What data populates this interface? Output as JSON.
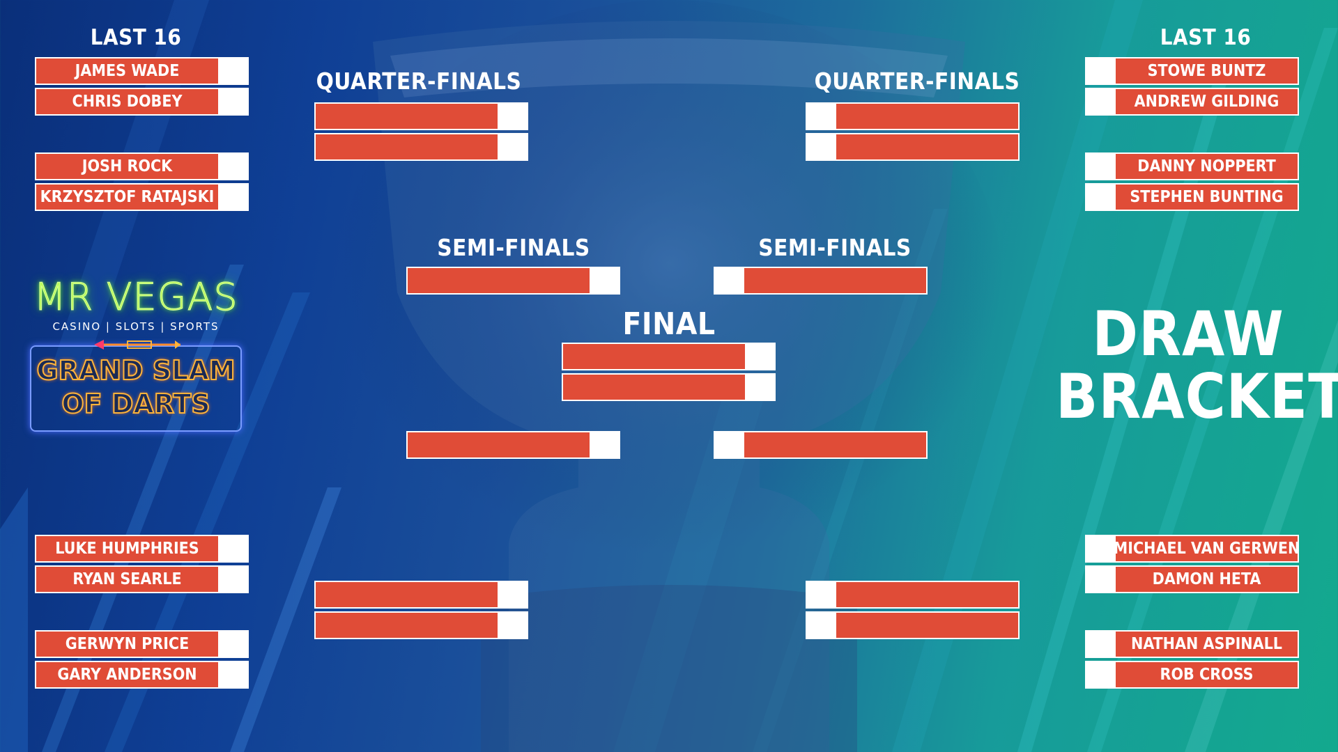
{
  "headings": {
    "last16_left": "LAST 16",
    "last16_right": "LAST 16",
    "qf_left": "QUARTER-FINALS",
    "qf_right": "QUARTER-FINALS",
    "sf_left": "SEMI-FINALS",
    "sf_right": "SEMI-FINALS",
    "final": "FINAL"
  },
  "title": {
    "line1": "DRAW",
    "line2": "BRACKET"
  },
  "logo": {
    "brand": "MR VEGAS",
    "tagline": "CASINO | SLOTS | SPORTS",
    "event_line1": "GRAND SLAM",
    "event_line2": "OF DARTS"
  },
  "last16_left": [
    "JAMES WADE",
    "CHRIS DOBEY",
    "JOSH ROCK",
    "KRZYSZTOF RATAJSKI",
    "LUKE HUMPHRIES",
    "RYAN SEARLE",
    "GERWYN PRICE",
    "GARY ANDERSON"
  ],
  "last16_right": [
    "STOWE BUNTZ",
    "ANDREW GILDING",
    "DANNY NOPPERT",
    "STEPHEN BUNTING",
    "MICHAEL VAN GERWEN",
    "DAMON HETA",
    "NATHAN ASPINALL",
    "ROB CROSS"
  ],
  "colors": {
    "slot_red": "#e04c37",
    "slot_border": "#ffffff",
    "text": "#ffffff"
  }
}
